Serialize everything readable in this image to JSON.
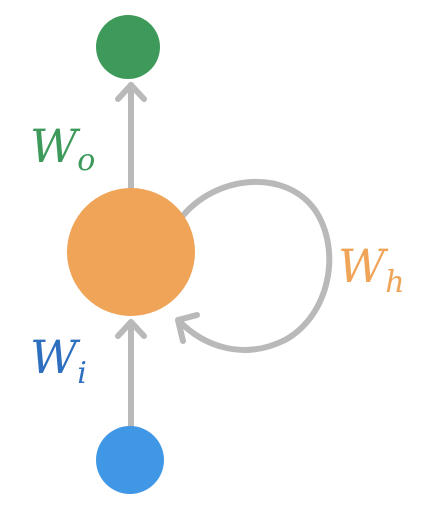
{
  "labels": {
    "output_weight": {
      "main": "W",
      "sub": "o"
    },
    "hidden_weight": {
      "main": "W",
      "sub": "h"
    },
    "input_weight": {
      "main": "W",
      "sub": "i"
    }
  },
  "colors": {
    "output_node": "#3d9a5a",
    "hidden_node": "#f0a458",
    "input_node": "#3f97e6",
    "edge": "#b9b9b9",
    "output_label": "#3d9a5a",
    "hidden_label": "#f0a458",
    "input_label": "#2f6fbf"
  }
}
